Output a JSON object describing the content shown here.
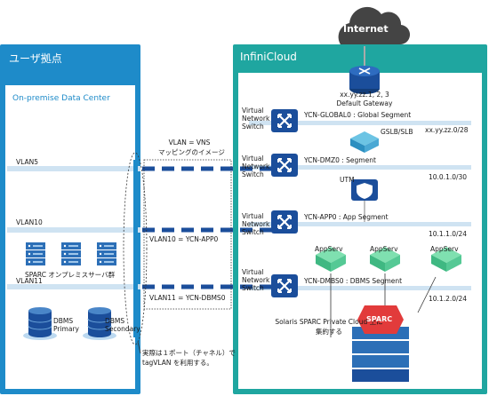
{
  "left": {
    "title": "ユーザ拠点",
    "subtitle": "On-premise Data Center",
    "vlans": [
      "VLAN5",
      "VLAN10",
      "VLAN11"
    ],
    "server_group": "SPARC オンプレミスサーバ群",
    "db_primary": "DBMS\nPrimary",
    "db_secondary": "DBMS\nSecondary"
  },
  "right": {
    "title": "InfiniCloud",
    "internet": "Internet",
    "gateway_ip": "xx.yy.zz.1, 2, 3",
    "gateway_label": "Default Gateway",
    "vns_label": "Virtual\nNetwork\nSwitch",
    "segments": [
      {
        "name": "YCN-GLOBAL0 : Global Segment",
        "cidr": "xx.yy.zz.0/28"
      },
      {
        "name": "YCN-DMZ0 : Segment",
        "cidr": "10.0.1.0/30"
      },
      {
        "name": "YCN-APP0 : App Segment",
        "cidr": "10.1.1.0/24"
      },
      {
        "name": "YCN-DMBS0 : DBMS Segment",
        "cidr": "10.1.2.0/24"
      }
    ],
    "gslb": "GSLB/SLB",
    "utm": "UTM",
    "appserv": [
      "AppServ",
      "AppServ",
      "AppServ"
    ],
    "sparc_note": "Solaris SPARC Private Cloud 上に\n集約する",
    "sparc": "SPARC"
  },
  "middle": {
    "mapping_title": "VLAN = VNS\nマッピングのイメージ",
    "map1": "VLAN10 = YCN-APP0",
    "map2": "VLAN11 = YCN-DBMS0",
    "note": "実際は１ポート（チャネル）で\ntagVLAN を利用する。"
  },
  "colors": {
    "left_panel": "#1e8bc9",
    "right_panel": "#1fa6a0",
    "switch": "#1b4e9b",
    "appserv": "#5fcf9a",
    "line": "#cfe3f2"
  }
}
